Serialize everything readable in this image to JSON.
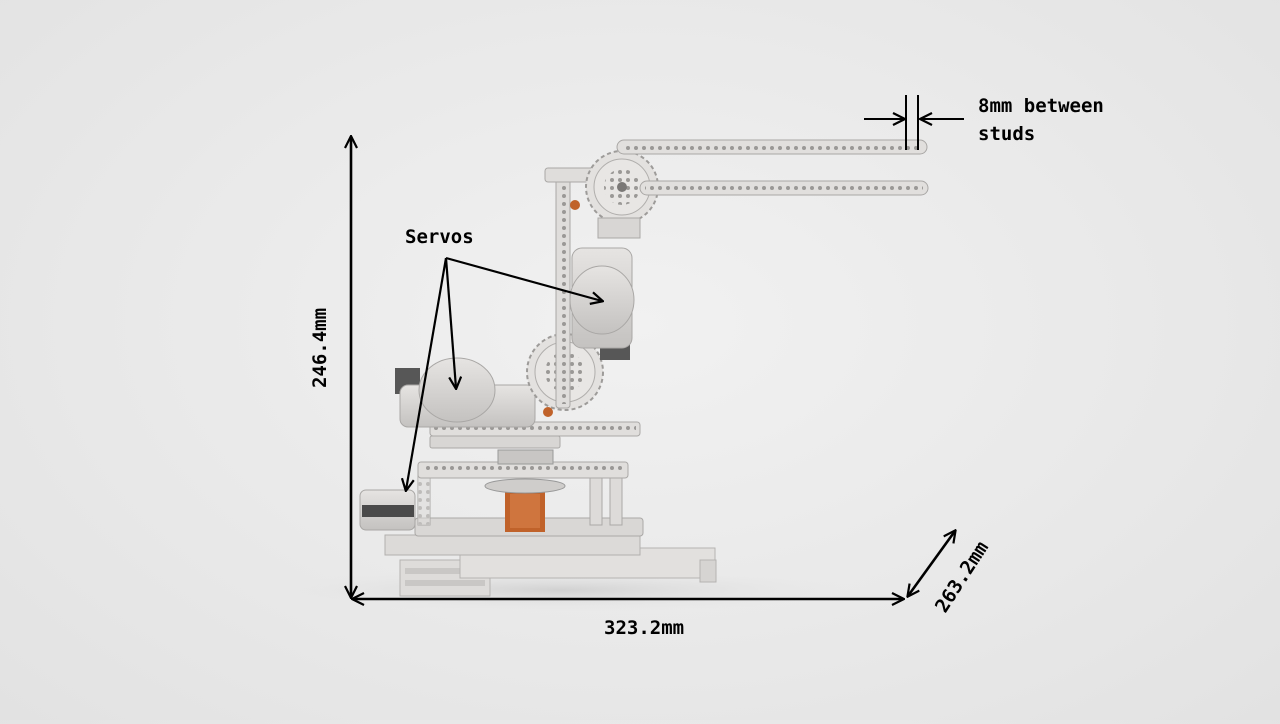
{
  "diagram": {
    "labels": {
      "stud_spacing": "8mm between studs",
      "servos": "Servos",
      "height": "246.4mm",
      "width": "323.2mm",
      "depth": "263.2mm"
    },
    "colors": {
      "background": "#e9e9e9",
      "beam": "#dcdad8",
      "beam_shadow": "#b9b7b5",
      "servo": "#d2d0ce",
      "gear": "#e0dedc",
      "dark_part": "#5a5a5a",
      "accent_orange": "#c0622a",
      "annotation": "#000000"
    }
  }
}
